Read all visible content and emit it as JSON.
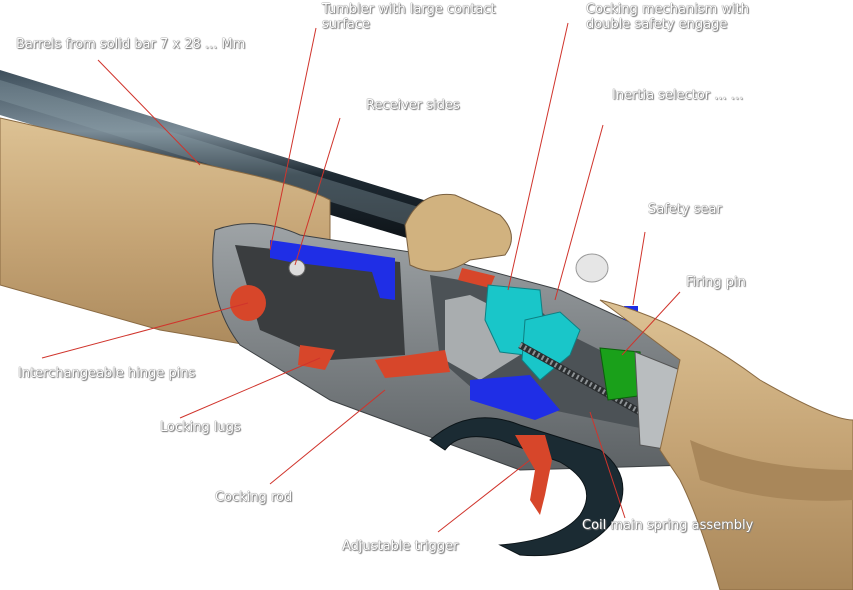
{
  "labels": {
    "barrels": "Barrels from solid bar 7 x 28 ... Mm",
    "tumbler": "Tumbler with large contact surface",
    "receiver_sides": "Receiver sides",
    "cocking_mechanism": "Cocking mechanism with double safety engage",
    "inertia_selector": "Inertia selector ... ...",
    "safety_sear": "Safety sear",
    "firing_pin": "Firing pin",
    "hinge_pins": "Interchangeable hinge pins",
    "locking_lugs": "Locking lugs",
    "cocking_rod": "Cocking rod",
    "coil_spring": "Coil main spring assembly",
    "trigger": "Adjustable trigger"
  },
  "colors": {
    "stock": "#c9a97a",
    "steel": "#6b6f72",
    "tumbler_blue": "#1f2ee6",
    "sear_cyan": "#19c6c9",
    "firing_pin_green": "#1aa01a",
    "part_red": "#d7462a",
    "leader_red": "#d0342c"
  }
}
